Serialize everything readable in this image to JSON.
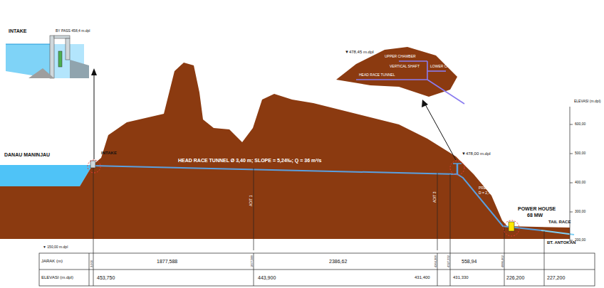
{
  "diagram": {
    "labels": [
      "INTAKE",
      "BY PASS 458,4 m.dpl",
      "DANAU MANINJAU",
      "INTAKE",
      "HEAD RACE TUNNEL Ø 3,40 m; SLOPE = 5,24‰; Q = 36 m³/s",
      "▼478,45 m.dpl",
      "UPPER CHAMBER",
      "LOWER CHAMBER",
      "VERTICAL SHAFT",
      "HEAD RACE TUNNEL",
      "▼478,00 m.dpl",
      "ADIT 1",
      "ADIT 3",
      "PRESSURE SHAFT",
      "D = 2,700 m",
      "POWER HOUSE",
      "68 MW",
      "TAIL RACE",
      "BT. ANTOKAN",
      "ELEVASI (m.dpl)",
      "600,00",
      "500,00",
      "400,00",
      "300,00",
      "200,00",
      "▼ 150,00 m.dpl",
      "JARAK (m)",
      "ELEVASI (m.dpl)",
      "1877,588",
      "2386,62",
      "558,94",
      "453,750",
      "443,900",
      "431,400",
      "431,330",
      "226,200",
      "227,200",
      "2,000",
      "1877,588",
      "4264,208",
      "4327,332",
      "4886,462"
    ]
  }
}
